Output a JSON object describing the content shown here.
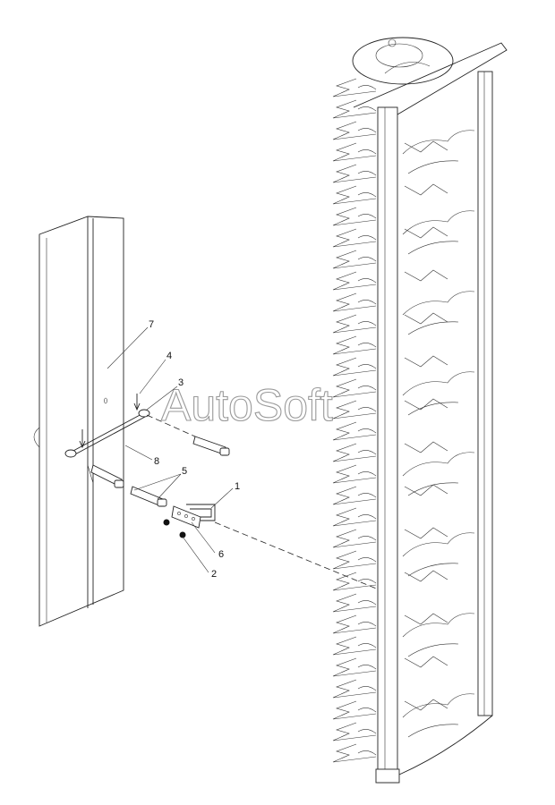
{
  "watermark": "AutoSoft",
  "callouts": [
    {
      "id": "c7",
      "label": "7"
    },
    {
      "id": "c4",
      "label": "4"
    },
    {
      "id": "c3",
      "label": "3"
    },
    {
      "id": "c8",
      "label": "8"
    },
    {
      "id": "c5",
      "label": "5"
    },
    {
      "id": "c1",
      "label": "1"
    },
    {
      "id": "c6",
      "label": "6"
    },
    {
      "id": "c2",
      "label": "2"
    }
  ]
}
